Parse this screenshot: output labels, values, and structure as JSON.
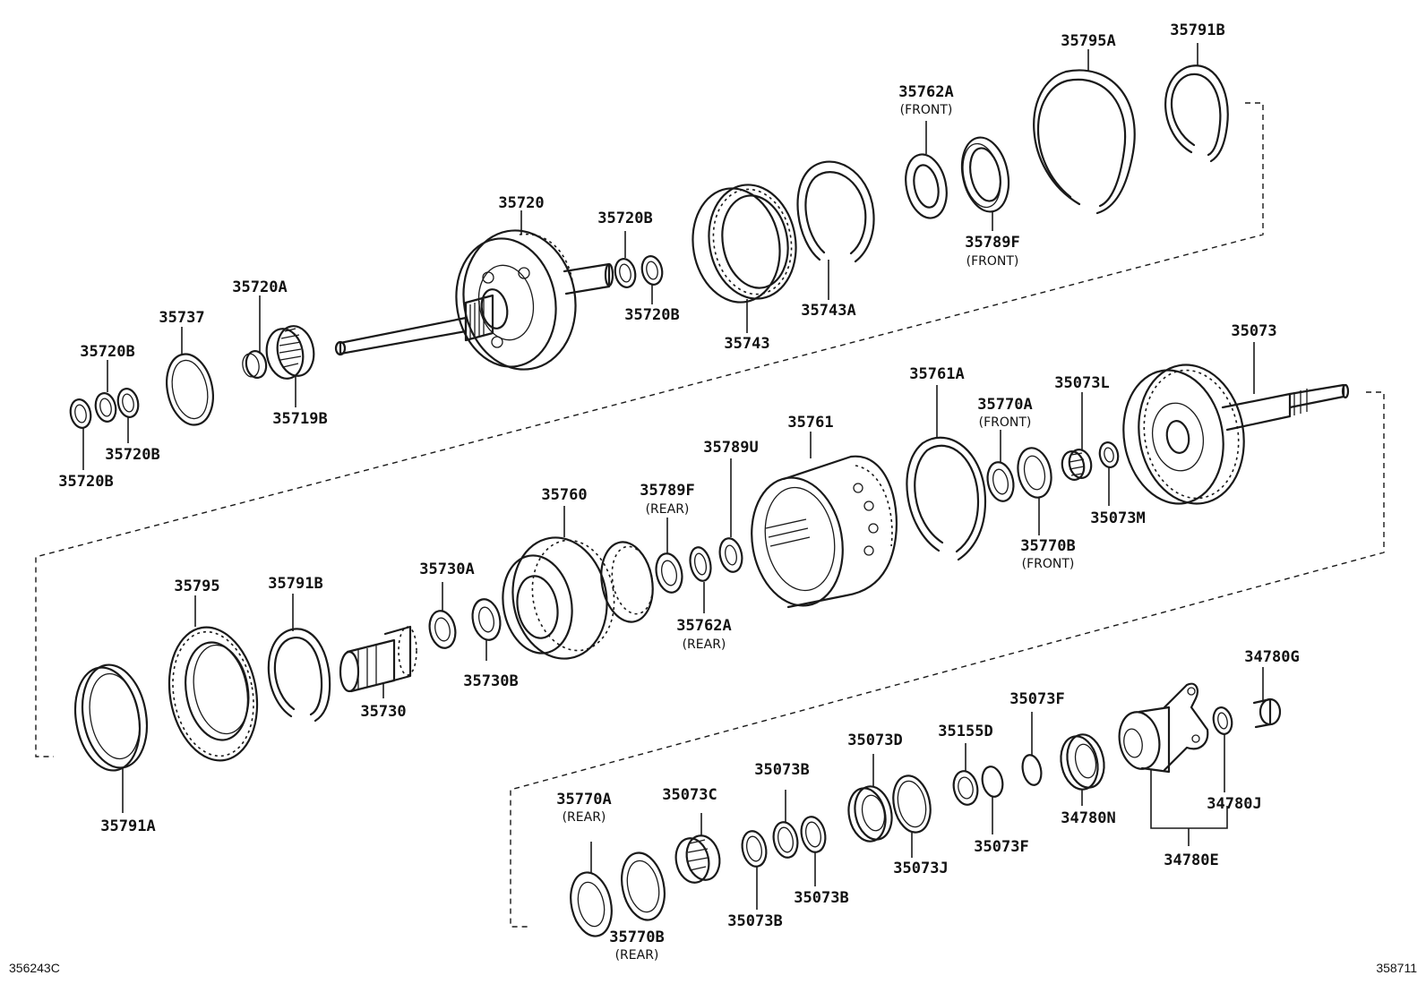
{
  "figure_code_left": "356243C",
  "figure_code_right": "358711",
  "labels": {
    "p35795A": "35795A",
    "p35791B_top": "35791B",
    "p35762A_front": "35762A",
    "note_front_1": "(FRONT)",
    "p35789F_front": "35789F",
    "note_front_2": "(FRONT)",
    "p35743A": "35743A",
    "p35743": "35743",
    "p35720": "35720",
    "p35720B_1": "35720B",
    "p35720B_2": "35720B",
    "p35720A": "35720A",
    "p35737": "35737",
    "p35719B": "35719B",
    "p35720B_3": "35720B",
    "p35720B_4": "35720B",
    "p35720B_5": "35720B",
    "p35073": "35073",
    "p35761A": "35761A",
    "p35770A_front": "35770A",
    "note_front_3": "(FRONT)",
    "p35073L": "35073L",
    "p35073M": "35073M",
    "p35770B_front": "35770B",
    "note_front_4": "(FRONT)",
    "p35761": "35761",
    "p35789U": "35789U",
    "p35789F_rear": "35789F",
    "note_rear_1": "(REAR)",
    "p35760": "35760",
    "p35762A_rear": "35762A",
    "note_rear_2": "(REAR)",
    "p35730A": "35730A",
    "p35730B": "35730B",
    "p35730": "35730",
    "p35795": "35795",
    "p35791B_mid": "35791B",
    "p35791A": "35791A",
    "p34780G": "34780G",
    "p34780J": "34780J",
    "p34780E": "34780E",
    "p34780N": "34780N",
    "p35073F_1": "35073F",
    "p35155D": "35155D",
    "p35073F_2": "35073F",
    "p35073D": "35073D",
    "p35073J": "35073J",
    "p35073B_1": "35073B",
    "p35073B_2": "35073B",
    "p35073B_3": "35073B",
    "p35073C": "35073C",
    "p35770A_rear": "35770A",
    "note_rear_3": "(REAR)",
    "p35770B_rear": "35770B",
    "note_rear_4": "(REAR)"
  }
}
